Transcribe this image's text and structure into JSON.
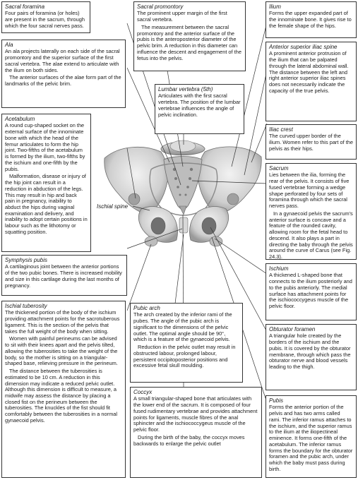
{
  "labels": {
    "sacral_foramina": {
      "title": "Sacral foramina",
      "paras": [
        "Four pairs of foramina (or holes) are present in the sacrum, through which the four sacral nerves pass."
      ]
    },
    "sacral_promontory": {
      "title": "Sacral promontory",
      "paras": [
        "The prominent upper margin of the first sacral vertebra.",
        "The measurement between the sacral promontory and the anterior surface of the pubis is the anteroposterior diameter of the pelvic brim. A reduction in this diameter can influence the descent and engagement of the fetus into the pelvis."
      ]
    },
    "ilium": {
      "title": "Ilium",
      "paras": [
        "Forms the upper expanded part of the innominate bone. It gives rise to the female shape of the hips."
      ]
    },
    "ala": {
      "title": "Ala",
      "paras": [
        "An ala projects laterally on each side of the sacral promontory and the superior surface of the first sacral vertebra. The alae extend to articulate with the ilium on both sides.",
        "The anterior surfaces of the alae form part of the landmarks of the pelvic brim."
      ]
    },
    "asis": {
      "title": "Anterior superior iliac spine",
      "paras": [
        "A prominent anterior protrusion of the ilium that can be palpated through the lateral abdominal wall. The distance between the left and right anterior superior iliac spines does not necessarily indicate the capacity of the true pelvis."
      ]
    },
    "lumbar": {
      "title": "Lumbar vertebra (5th)",
      "paras": [
        "Articulates with the first sacral vertebra. The position of the lumbar vertebrae influences the angle of pelvic inclination."
      ]
    },
    "iliac_crest": {
      "title": "Iliac crest",
      "paras": [
        "The curved upper border of the ilium. Women refer to this part of the pelvis as their hips."
      ]
    },
    "acetabulum": {
      "title": "Acetabulum",
      "paras": [
        "A round cup-shaped socket on the external surface of the innominate bone with which the head of the femur articulates to form the hip joint. Two-fifths of the acetabulum is formed by the ilium, two-fifths by the ischium and one-fifth by the pubis.",
        "Malformation, disease or injury of the hip joint can result in a reduction in abduction of the legs. This may result in hip and back pain in pregnancy, inability to abduct the hips during vaginal examination and delivery, and inability to adopt certain positions in labour such as the lithotomy or squatting position."
      ]
    },
    "sacrum": {
      "title": "Sacrum",
      "paras": [
        "Lies between the ilia, forming the rear of the pelvis. It consists of five fused vertebrae forming a wedge shape perforated by four sets of foramina through which the sacral nerves pass.",
        "In a gynaecoid pelvis the sacrum's anterior surface is concave and a feature of the rounded cavity, allowing room for the fetal head to descend. It also plays a part in directing the baby through the pelvis around the curve of Carus (see Fig. 24.3)."
      ]
    },
    "ischial_spine": {
      "title": "Ischial spine"
    },
    "symphysis": {
      "title": "Symphysis pubis",
      "paras": [
        "A cartilaginous joint between the anterior portions of the two pubic bones. There is increased mobility and size in this cartilage during the last months of pregnancy."
      ]
    },
    "ischium": {
      "title": "Ischium",
      "paras": [
        "A thickened L-shaped bone that connects to the ilium posteriorly and to the pubis anteriorly. The medial surface has attachment points for the ischiococcygeus muscle of the pelvic floor."
      ]
    },
    "ischial_tuberosity": {
      "title": "Ischial tuberosity",
      "paras": [
        "The thickened portion of the body of the ischium providing attachment points for the sacrotuberous ligament. This is the section of the pelvis that takes the full weight of the body when sitting.",
        "Women with painful perineums can be advised to sit with their knees apart and the pelvis tilted, allowing the tuberosities to take the weight of the body, so the mother is sitting on a triangular-shaped base, relieving pressure in the perineum.",
        "The distance between the tuberosities is estimated to be 10 cm. A reduction in this dimension may indicate a reduced pelvic outlet. Although this dimension is difficult to measure, a midwife may assess the distance by placing a closed fist on the perineum between the tuberosities. The knuckles of the fist should fit comfortably between the tuberosities in a normal gynaecoid pelvis."
      ]
    },
    "pubic_arch": {
      "title": "Pubic arch",
      "paras": [
        "The arch created by the inferior rami of the pubes. The angle of the pubic arch is significant to the dimensions of the pelvic outlet. The optimal angle should be 90°, which is a feature of the gynaecoid pelvis.",
        "Reduction in the pelvic outlet may result in obstructed labour, prolonged labour, persistent occipitoposterior positions and excessive fetal skull moulding."
      ]
    },
    "obturator": {
      "title": "Obturator foramen",
      "paras": [
        "A triangular hole created by the borders of the ischium and the pubis. It is covered by the obturator membrane, through which pass the obturator nerve and blood vessels leading to the thigh."
      ]
    },
    "pubis": {
      "title": "Pubis",
      "paras": [
        "Forms the anterior portion of the pelvis and has two arms called rami. The inferior ramus attaches to the ischium, and the superior ramus to the ilium at the iliopectineal eminence. It forms one-fifth of the acetabulum. The inferior ramus forms the boundary for the obturator foramen and the pubic arch, under which the baby must pass during birth."
      ]
    },
    "coccyx": {
      "title": "Coccyx",
      "paras": [
        "A small triangular-shaped bone that articulates with the lower end of the sacrum. It is composed of four fused rudimentary vertebrae and provides attachment points for ligaments, muscle fibres of the anal sphincter and the ischiococcygeus muscle of the pelvic floor.",
        "During the birth of the baby, the coccyx moves backwards to enlarge the pelvic outlet"
      ]
    }
  }
}
